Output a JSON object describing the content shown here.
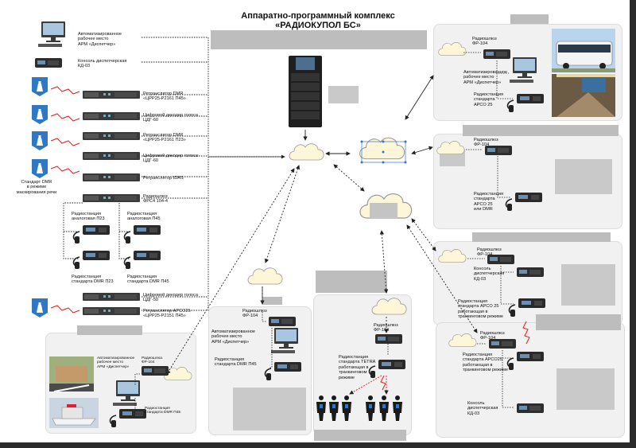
{
  "title": "Аппаратно-программный комплекс\n«РАДИОКУПОЛ БС»",
  "labels": {
    "arm_top": "Автоматизированное\nрабочее место\nАРМ «Диспетчер»",
    "console_kd03": "Консоль диспетчерская\nКД-03",
    "repeater_p45": "Ретранслятор DMR\n«ЦРР25-Р2161 П45»",
    "decoder1": "Цифровой декодер голоса\nЦДГ-60",
    "repeater_p23": "Ретранслятор DMR\n«ЦРР25-Р2161 П23»",
    "decoder2": "Цифровой декодер голоса\nЦДГ-60",
    "repeater_idas": "Ретранслятор IDAS",
    "gateway_fr": "Радиошлюз\nФРС4 104-4",
    "radio_analog_p23": "Радиостанция\nаналоговая П23",
    "radio_analog_p45": "Радиостанция\nаналоговая П45",
    "radio_dmr_p23": "Радиостанция\nстандарта DMR П23",
    "radio_dmr_p45": "Радиостанция\nстандарта DMR П45",
    "decoder3": "Цифровой декодер голоса\nЦДГ-50",
    "repeater_apco": "Ретранслятор APCO25\n«ЦРР25-Р2151 П45»",
    "dmr_masking": "Стандарт DMR\nв режиме\nмаскирования речи",
    "r1_gateway": "Радиошлюз\nФР-104",
    "r1_arm": "Автоматизированное\nрабочее место\nАРМ «Диспетчер»",
    "r1_radio": "Радиостанция\nстандарта\nАРСО 25",
    "r2_gateway": "Радиошлюз\nФР-104",
    "r2_radio": "Радиостанция\nстандарта\nAPCO 25\nили DMR",
    "r3_gateway": "Радиошлюз\nФР-104",
    "r3_console": "Консоль\nдиспетчерская\nКД-03",
    "r3_radio": "Радиостанция\nстандарта АРСО 25\nработающая в\nтранкинговом режиме",
    "r4_gateway": "Радиошлюз\nФР-104",
    "r4_radio": "Радиостанция\nстандарта АРСО25\nработающая в\nтранкинговом режиме",
    "r4_console": "Консоль\nдиспетчерская\nКД-03",
    "c_gateway": "Радиошлюз\nФР-104",
    "c_radio": "Радиостанция\nстандарта TETRA\nработающая в\nтранкинговом\nрежиме",
    "l_gateway": "Радиошлюз\nФР-104",
    "l_arm": "Автоматизированное\nрабочее место\nАРМ «Диспетчер»",
    "l_radio": "Радиостанция\nстандарта DMR П45",
    "b_arm": "Автоматизированное\nрабочее место\nАРМ «Диспетчер»",
    "b_gateway": "Радиошлюз\nФР-104",
    "b_radio": "Радиостанция\nстандарта DMR П45"
  },
  "colors": {
    "accent": "#2f78c4",
    "link_red": "#e21d1d",
    "cloud": "#fdf6d8",
    "cloud_stroke": "#9a9a9a",
    "device": "#2d2d2d",
    "placeholder": "#c4c4c4"
  },
  "icons": [
    "monitor-icon",
    "console-icon",
    "rack-device-icon",
    "radio-icon",
    "handset-icon",
    "cloud-icon",
    "server-rack-icon",
    "officer-icon",
    "dmr-tower-icon",
    "bus-photo",
    "boat-photo",
    "conference-room-photo"
  ]
}
